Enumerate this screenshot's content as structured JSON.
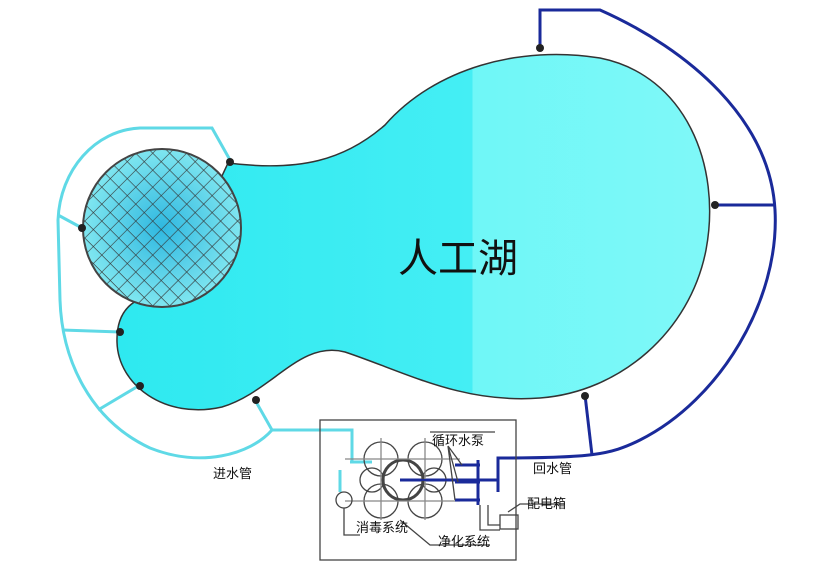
{
  "lake_label": "人工湖",
  "labels": {
    "inlet_pipe": "进水管",
    "return_pipe": "回水管",
    "circulation_pump": "循环水泵",
    "distribution_box": "配电箱",
    "disinfection_system": "消毒系统",
    "purification_system": "净化系统"
  },
  "colors": {
    "water": "#3ff0f5",
    "water_light": "#6ff6f6",
    "inlet_pipe": "#5fd9e6",
    "return_pipe": "#1a2a9a"
  }
}
